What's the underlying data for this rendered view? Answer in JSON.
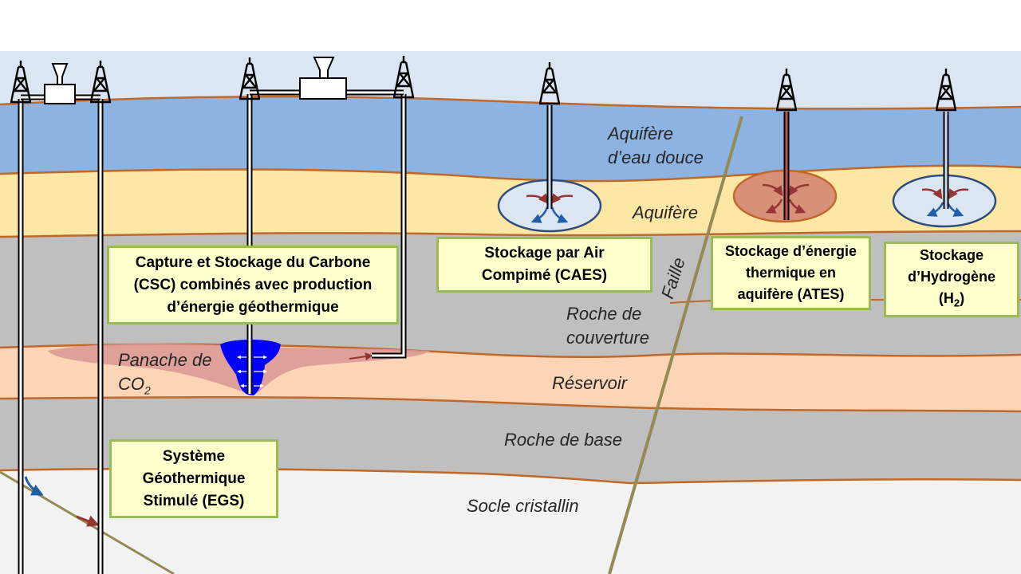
{
  "layers": {
    "freshwater_aquifer": [
      "Aquifère",
      "d’eau douce"
    ],
    "aquifer": "Aquifère",
    "caprock": [
      "Roche de",
      "couverture"
    ],
    "reservoir": "Réservoir",
    "base_rock": "Roche de base",
    "crystalline_basement": "Socle cristallin",
    "co2_plume": [
      "Panache de",
      "CO",
      "2"
    ],
    "fault": "Faille"
  },
  "boxes": {
    "ccs": "Capture et Stockage du Carbone\n(CSC) combinés avec production\nd’énergie géothermique",
    "caes": "Stockage par Air\nCompimé (CAES)",
    "ates": "Stockage d’énergie\nthermique en\naquifère (ATES)",
    "hydrogen": [
      "Stockage\nd’Hydrogène\n(H",
      "2",
      ")"
    ],
    "egs": "Système\nGéothermique\nStimulé (EGS)"
  },
  "colors": {
    "sky": "#dce6f2",
    "freshwater": "#8db3e2",
    "aquifer": "#fde7a4",
    "caprock": "#bfbfbf",
    "reservoir": "#fbd5b5",
    "base_rock": "#bfbfbf",
    "basement": "#f2f2f2",
    "boundary": "#c0682a",
    "fault": "#948a54",
    "plume": "#d99694",
    "co2_blue": "#0000ff",
    "label_box_fill": "#ffffcc",
    "label_box_border": "#9bbb59",
    "arrow_red": "#943634",
    "arrow_blue": "#1f5fa8"
  }
}
